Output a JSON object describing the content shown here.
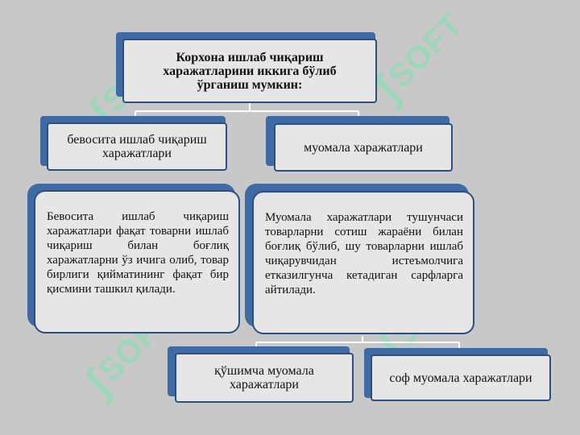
{
  "diagram": {
    "root": {
      "text": "Корхона ишлаб чиқариш харажатларини иккига бўлиб ўрганиш мумкин:"
    },
    "left": {
      "title": "бевосита ишлаб чиқариш харажатлари",
      "description": "Бевосита ишлаб чиқариш харажатлари фақат товарни ишлаб чиқариш билан боғлиқ харажатларни ўз ичига олиб, товар бирлиги қийматининг фақат бир қисмини ташкил қилади."
    },
    "right": {
      "title": "муомала харажатлари",
      "description": "Муомала харажатлари тушунчаси товарларни сотиш жараёни билан боғлиқ бўлиб, шу товарларни ишлаб чиқарувчидан истеъмолчига етказилгунча кетадиган сарфларга айтилади.",
      "children": [
        "қўшимча муомала харажатлари",
        "соф муомала харажатлари"
      ]
    }
  },
  "watermark": {
    "text": "SOFT",
    "color": "#78e6aa"
  },
  "colors": {
    "background": "#c8c8c8",
    "box_fill": "#e6e6e6",
    "border": "#2a4f86",
    "shadow": "#3f6aa4"
  }
}
